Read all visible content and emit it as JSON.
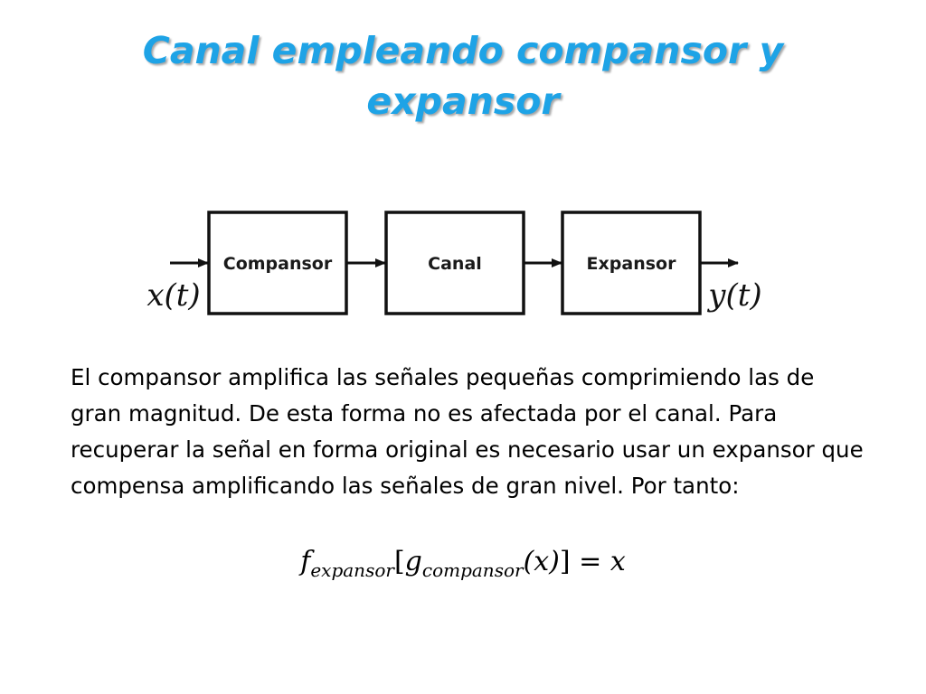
{
  "title": {
    "line1": "Canal empleando compansor y",
    "line2": "expansor"
  },
  "diagram": {
    "input_label": "x(t)",
    "output_label": "y(t)",
    "blocks": [
      "Compansor",
      "Canal",
      "Expansor"
    ]
  },
  "body": {
    "paragraph": "El compansor amplifica las señales pequeñas comprimiendo las de gran magnitud. De esta forma no es afectada por el canal. Para recuperar la señal en forma original es necesario usar un expansor que compensa amplificando las señales de gran nivel. Por tanto:"
  },
  "equation": {
    "f": "f",
    "f_sub": "expansor",
    "open_bracket": "[",
    "g": "g",
    "g_sub": "compansor",
    "arg": "(x)",
    "close": "]",
    "equals": " = ",
    "rhs": "x"
  },
  "colors": {
    "title": "#1ea3e6",
    "text": "#000000"
  }
}
